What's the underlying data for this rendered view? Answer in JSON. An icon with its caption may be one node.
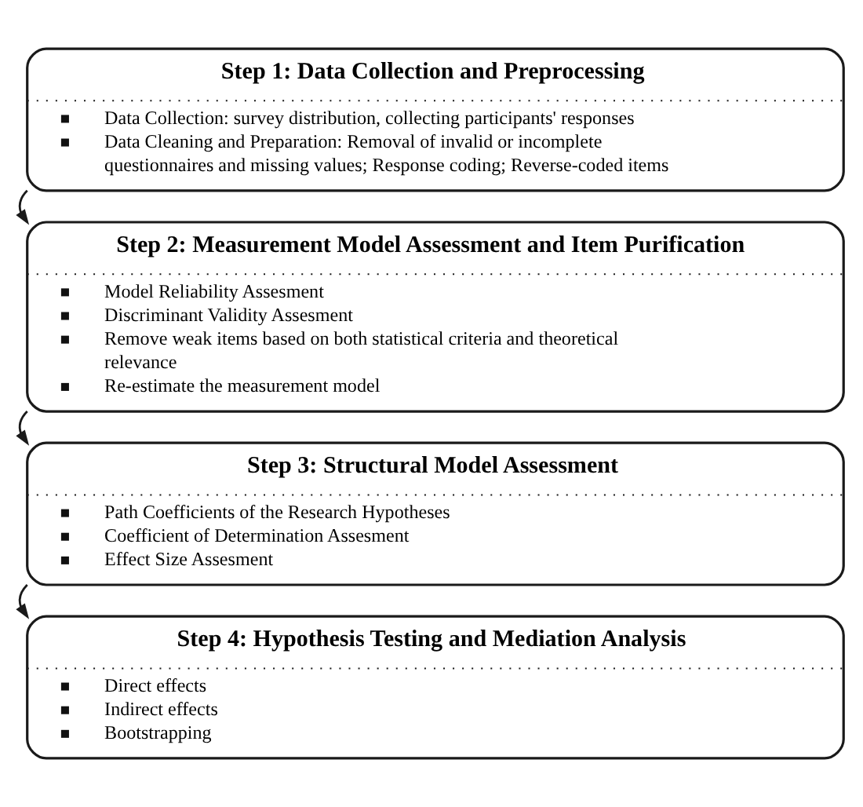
{
  "diagram": {
    "nodes": [
      {
        "text": [
          "Step 1: Data Collection and Preprocessing",
          "Data Collection: survey distribution, collecting participants' responses",
          "Data Cleaning and Preparation: Removal of invalid or incomplete questionnaires and missing values; Response coding; Reverse-coded items"
        ]
      },
      {
        "text": [
          "Step 2: Measurement Model Assessment and Item Purification",
          "Model Reliability Assesment",
          "Discriminant Validity Assesment",
          "Remove weak items based on both statistical criteria and theoretical relevance",
          "Re-estimate the measurement model"
        ]
      },
      {
        "text": [
          "Step 3: Structural Model Assessment",
          "Path Coefficients of the Research Hypotheses",
          "Coefficient of Determination Assesment",
          "Effect Size Assesment"
        ]
      },
      {
        "text": [
          "Step 4: Hypothesis Testing and Mediation Analysis",
          "Direct effects",
          "Indirect effects",
          "Bootstrapping"
        ]
      }
    ],
    "edges": [
      {
        "from": 0,
        "to": 1,
        "arrow": "to"
      },
      {
        "from": 1,
        "to": 2,
        "arrow": "to"
      },
      {
        "from": 2,
        "to": 3,
        "arrow": "to"
      }
    ]
  }
}
